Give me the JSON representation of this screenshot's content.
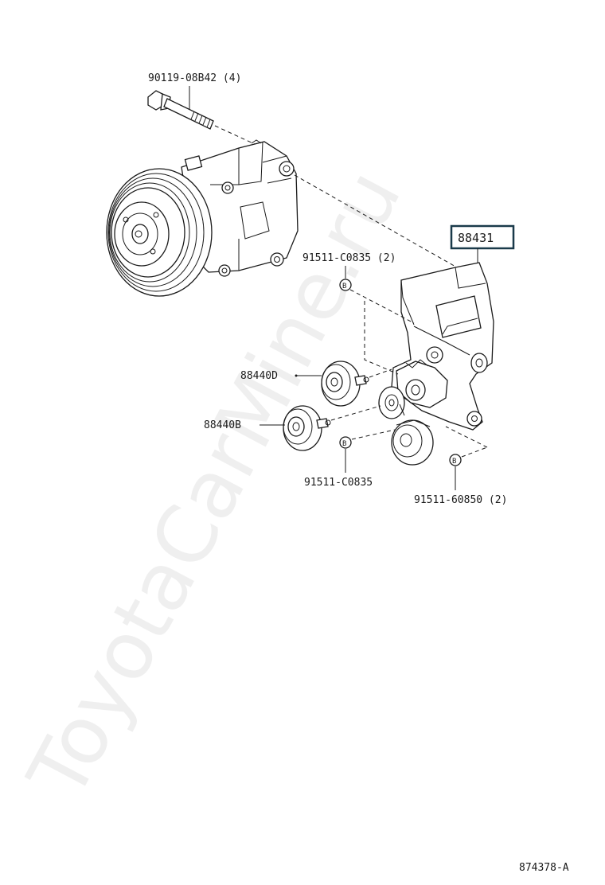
{
  "labels": {
    "bolt_compressor": "90119-08B42 (4)",
    "bracket": "88431",
    "bolt_b_upper": "91511-C0835 (2)",
    "idler_d": "88440D",
    "idler_b": "88440B",
    "bolt_b_lower": "91511-C0835",
    "bolt_b_right": "91511-60850 (2)",
    "marker_b": "B",
    "diagram_id": "874378-A"
  },
  "watermark": "ToyotaCarMine.ru",
  "colors": {
    "line": "#1a1a1a",
    "highlight_box": "#1a3a4a",
    "watermark": "#d0d0d0"
  }
}
